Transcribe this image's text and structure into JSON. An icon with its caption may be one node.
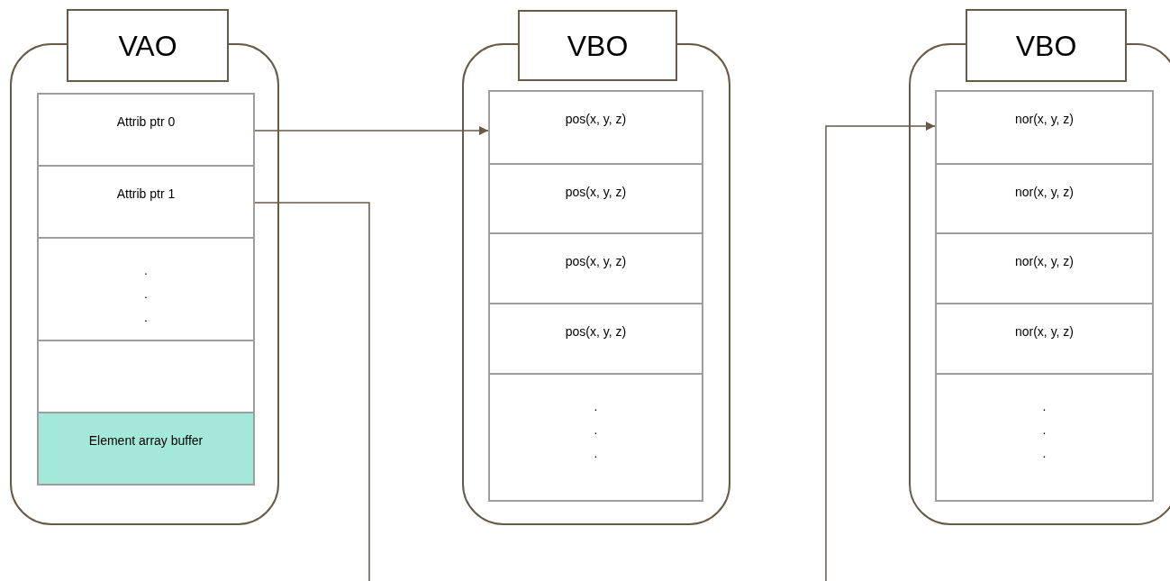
{
  "diagram": {
    "nodes": [
      {
        "text": [
          "VAO"
        ]
      },
      {
        "text": [
          "Attrib ptr 0"
        ],
        "in": 0
      },
      {
        "text": [
          "Attrib ptr 1"
        ],
        "in": 0
      },
      {
        "text": [
          ". . ."
        ],
        "in": 0
      },
      {
        "text": [],
        "shape": "box",
        "in": 0
      },
      {
        "text": [
          "Element array buffer"
        ],
        "in": 0
      },
      {
        "text": [
          "VBO"
        ]
      },
      {
        "text": [
          "pos(x, y, z)"
        ],
        "in": 6
      },
      {
        "text": [
          "pos(x, y, z)"
        ],
        "in": 6
      },
      {
        "text": [
          "pos(x, y, z)"
        ],
        "in": 6
      },
      {
        "text": [
          "pos(x, y, z)"
        ],
        "in": 6
      },
      {
        "text": [
          ". . ."
        ],
        "in": 6
      },
      {
        "text": [
          "VBO"
        ]
      },
      {
        "text": [
          "nor(x, y, z)"
        ],
        "in": 12
      },
      {
        "text": [
          "nor(x, y, z)"
        ],
        "in": 12
      },
      {
        "text": [
          "nor(x, y, z)"
        ],
        "in": 12
      },
      {
        "text": [
          "nor(x, y, z)"
        ],
        "in": 12
      },
      {
        "text": [
          ". . ."
        ],
        "in": 12
      }
    ],
    "edges": [
      {
        "from": 1,
        "to": 7,
        "arrow": "to"
      },
      {
        "from": 2,
        "to": null,
        "arrow": "none"
      },
      {
        "from": null,
        "to": 13,
        "arrow": "to"
      }
    ]
  }
}
